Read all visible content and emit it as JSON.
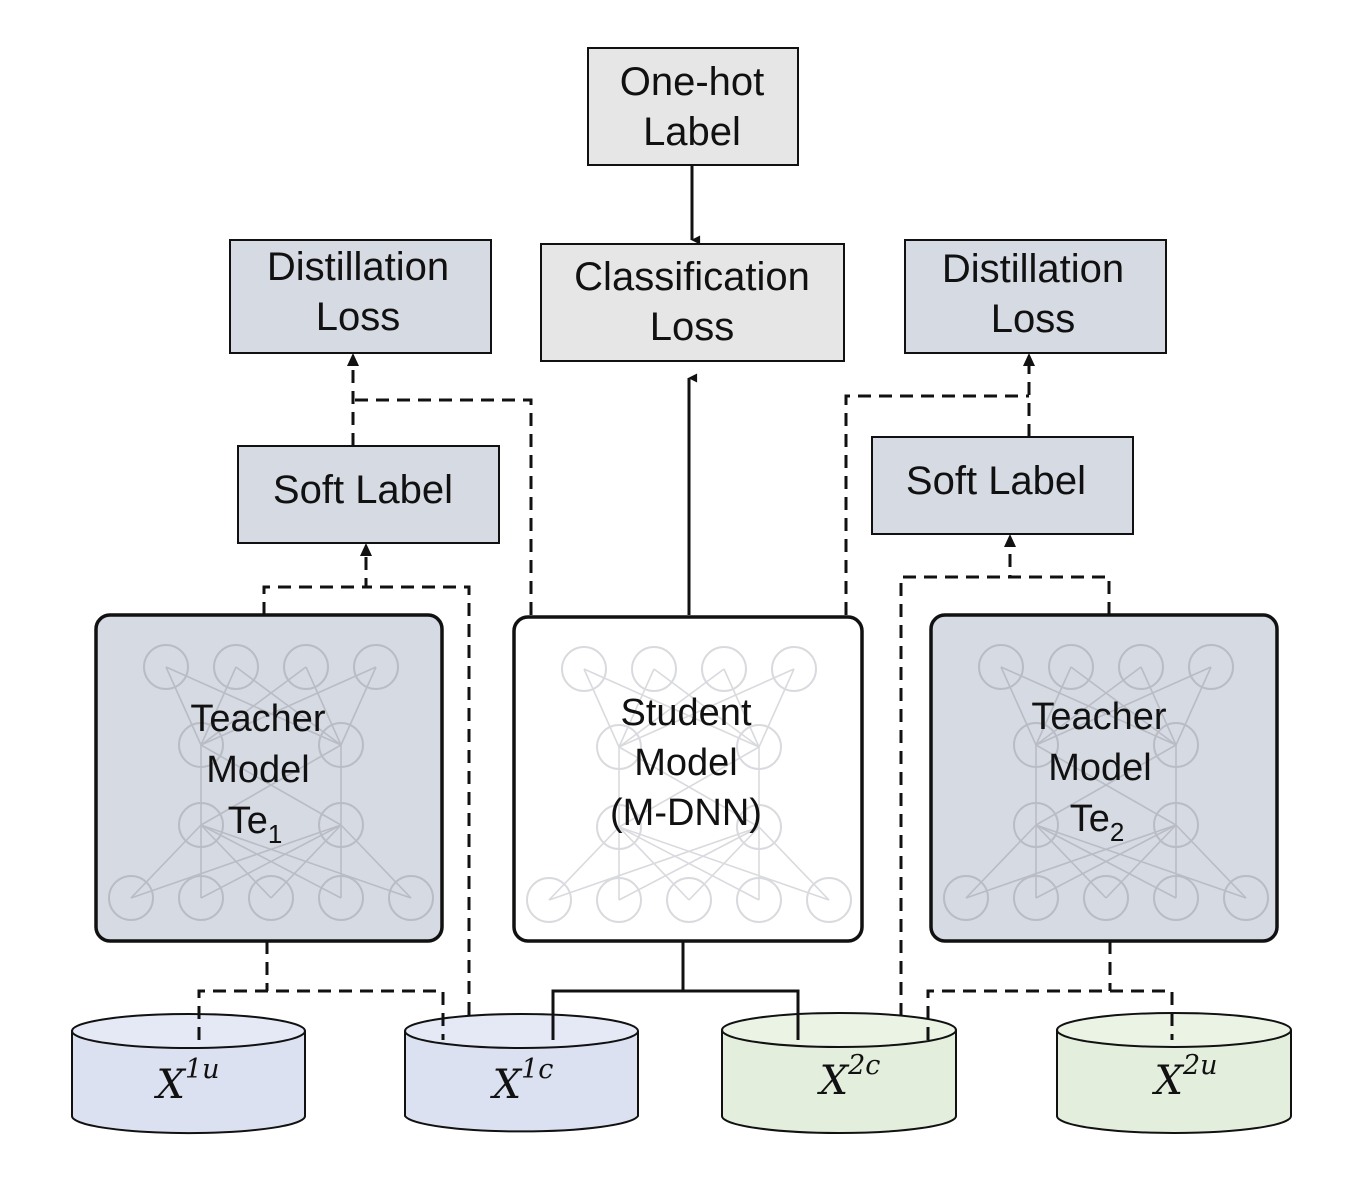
{
  "boxes": {
    "onehot": [
      "One-hot",
      "Label"
    ],
    "classification": [
      "Classification",
      "Loss"
    ],
    "distill_left": [
      "Distillation",
      "Loss"
    ],
    "distill_right": [
      "Distillation",
      "Loss"
    ],
    "soft_left": "Soft Label",
    "soft_right": "Soft Label"
  },
  "models": {
    "teacher1": {
      "line1": "Teacher",
      "line2": "Model",
      "base": "Te",
      "sub": "1"
    },
    "student": {
      "line1": "Student",
      "line2": "Model",
      "line3": "(M-DNN)"
    },
    "teacher2": {
      "line1": "Teacher",
      "line2": "Model",
      "base": "Te",
      "sub": "2"
    }
  },
  "datasets": {
    "x1u": {
      "base": "X",
      "sup": "1u"
    },
    "x1c": {
      "base": "X",
      "sup": "1c"
    },
    "x2c": {
      "base": "X",
      "sup": "2c"
    },
    "x2u": {
      "base": "X",
      "sup": "2u"
    }
  },
  "colors": {
    "gray_box": "#e7e6e6",
    "slate_box": "#d6dae3",
    "blue_db": "#dbe1f1",
    "green_db": "#e3efdc",
    "stroke": "#111111",
    "nn_faint": "#b9bcc4"
  }
}
